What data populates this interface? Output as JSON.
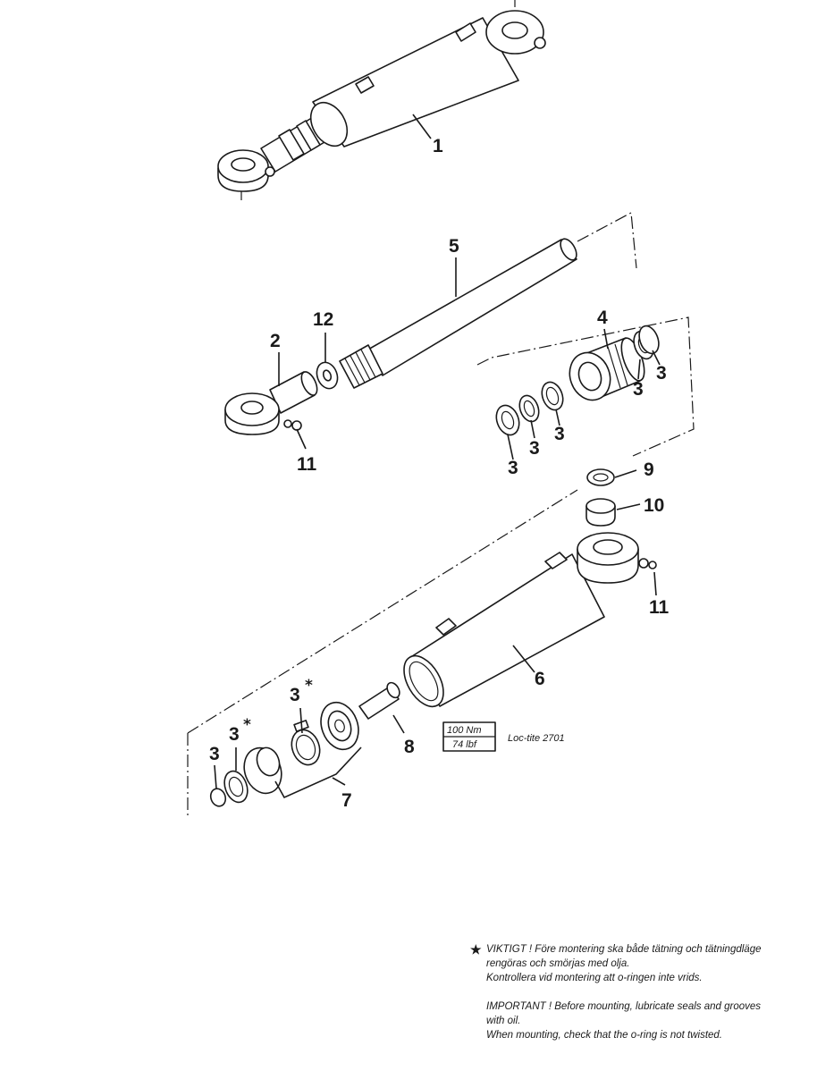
{
  "callouts": {
    "c1": "1",
    "c2": "2",
    "c3a": "3",
    "c3b": "3",
    "c3c": "3",
    "c3d": "3",
    "c3e": "3",
    "c3f": "3",
    "c3g": "3",
    "c3h": "3",
    "c4": "4",
    "c5": "5",
    "c6": "6",
    "c7": "7",
    "c8": "8",
    "c9": "9",
    "c10": "10",
    "c11a": "11",
    "c11b": "11",
    "c12": "12",
    "star_a": "*",
    "star_b": "*"
  },
  "torque": {
    "metric": "100 Nm",
    "imperial": "74 lbf",
    "compound": "Loc-tite 2701"
  },
  "note": {
    "bullet": "★",
    "sv_line1": "VIKTIGT !  Före montering ska både tätning och tätningdläge",
    "sv_line2": "rengöras och smörjas med olja.",
    "sv_line3": "Kontrollera vid montering att o-ringen inte vrids.",
    "en_line1": "IMPORTANT !  Before mounting, lubricate seals and grooves",
    "en_line2": "with oil.",
    "en_line3": "When mounting, check that the o-ring is not twisted."
  }
}
